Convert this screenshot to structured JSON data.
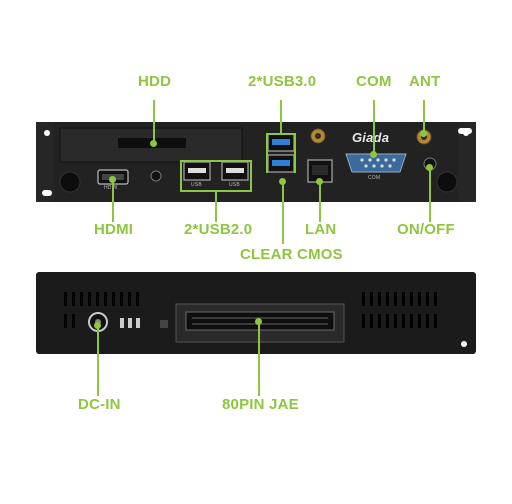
{
  "callouts": {
    "hdd": "HDD",
    "usb30": "2*USB3.0",
    "com": "COM",
    "ant": "ANT",
    "hdmi": "HDMI",
    "usb20": "2*USB2.0",
    "lan": "LAN",
    "onoff": "ON/OFF",
    "clear_cmos": "CLEAR CMOS",
    "dcin": "DC-IN",
    "jae": "80PIN JAE"
  },
  "port_markings": {
    "hdmi": "HDMI",
    "usb_left": "USB",
    "usb_right": "USB",
    "com": "COM"
  },
  "brand_logo": "Giada",
  "accent_color": "#8dc63f",
  "chassis_color": "#1e1e1e"
}
